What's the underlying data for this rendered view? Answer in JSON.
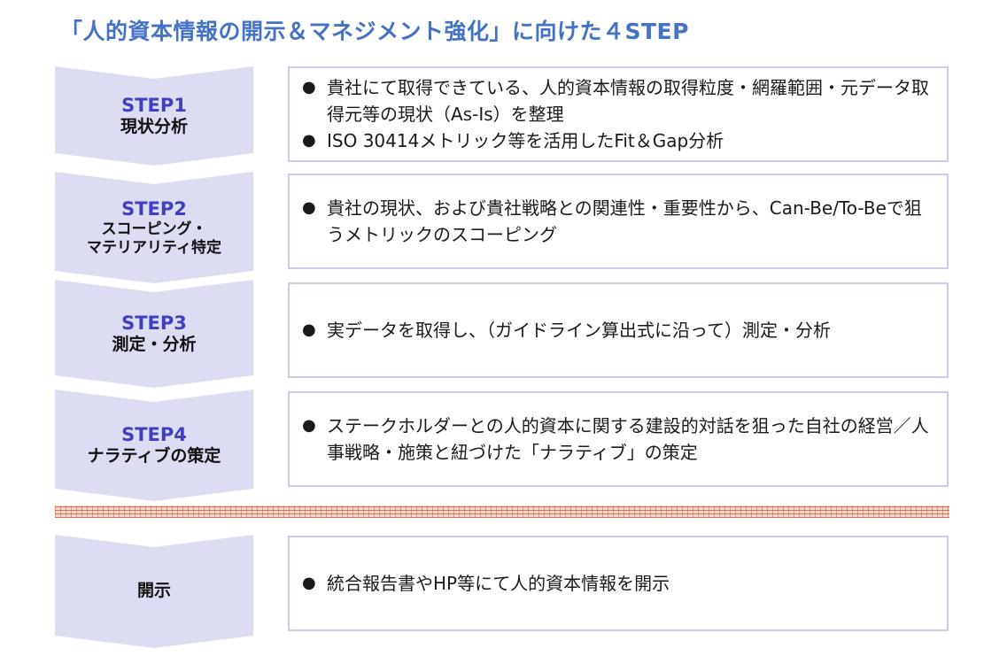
{
  "title": "「人的資本情報の開示＆マネジメント強化」に向けた４STEP",
  "steps": [
    {
      "num": "STEP1",
      "name_lines": [
        "現状分析"
      ],
      "bullets": [
        "貴社にて取得できている、人的資本情報の取得粒度・網羅範囲・元データ取得元等の現状（As-Is）を整理",
        "ISO 30414メトリック等を活用したFit＆Gap分析"
      ]
    },
    {
      "num": "STEP2",
      "name_lines": [
        "スコーピング・",
        "マテリアリティ特定"
      ],
      "bullets": [
        "貴社の現状、および貴社戦略との関連性・重要性から、Can-Be/To-Beで狙うメトリックのスコーピング"
      ]
    },
    {
      "num": "STEP3",
      "name_lines": [
        "測定・分析"
      ],
      "bullets": [
        "実データを取得し、（ガイドライン算出式に沿って）測定・分析"
      ]
    },
    {
      "num": "STEP4",
      "name_lines": [
        "ナラティブの策定"
      ],
      "bullets": [
        "ステークホルダーとの人的資本に関する建設的対話を狙った自社の経営／人事戦略・施策と紐づけた「ナラティブ」の策定"
      ]
    }
  ],
  "disclosure": {
    "name": "開示",
    "bullets": [
      "統合報告書やHP等にて人的資本情報を開示"
    ]
  },
  "bullet_symbol": "●",
  "colors": {
    "title": "#4472c4",
    "step_number": "#3f3fbf",
    "chevron_fill": "#dcdcf3",
    "box_border": "#c9cbe8",
    "separator": "#d66040"
  }
}
